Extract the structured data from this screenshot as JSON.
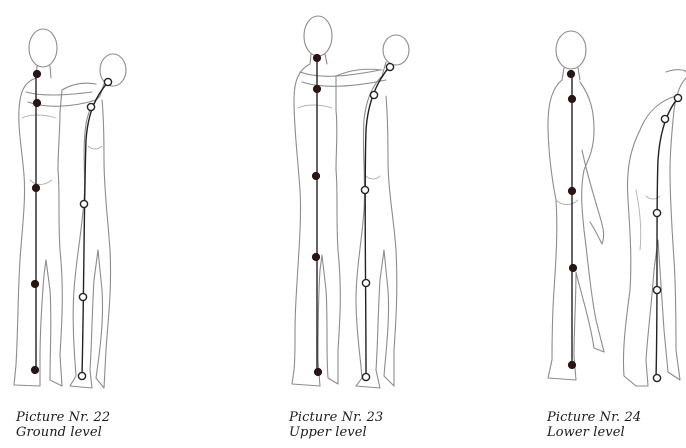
{
  "panels": [
    {
      "id": "22",
      "title": "Picture Nr. 22",
      "subtitle": "Ground level"
    },
    {
      "id": "23",
      "title": "Picture Nr. 23",
      "subtitle": "Upper level"
    },
    {
      "id": "24",
      "title": "Picture Nr. 24",
      "subtitle": "Lower level"
    }
  ]
}
